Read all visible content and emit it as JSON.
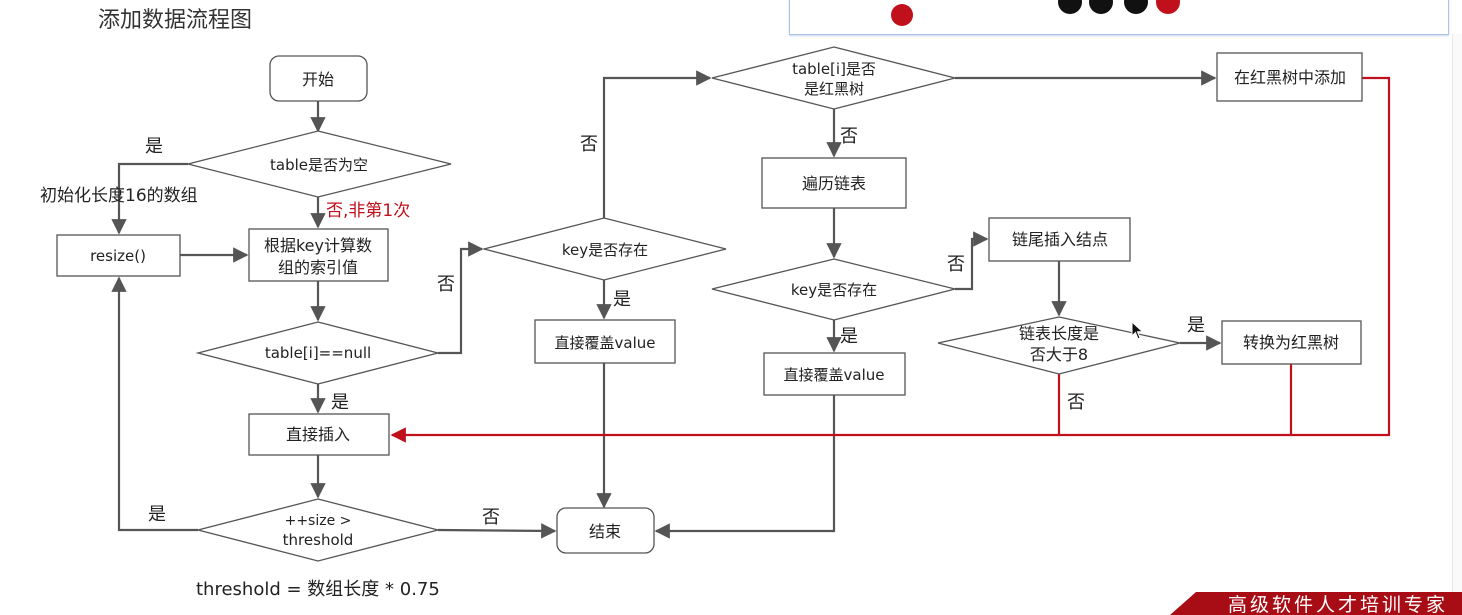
{
  "title": "添加数据流程图",
  "nodes": {
    "start": "开始",
    "table_empty": "table是否为空",
    "init_array": "初始化长度16的数组",
    "resize": "resize()",
    "calc_index_1": "根据key计算数",
    "calc_index_2": "组的索引值",
    "table_null": "table[i]==null",
    "insert": "直接插入",
    "size_check_1": "++size >",
    "size_check_2": "threshold",
    "end": "结束",
    "key_exists_1": "key是否存在",
    "overwrite_1": "直接覆盖value",
    "rbtree_check_1": "table[i]是否",
    "rbtree_check_2": "是红黑树",
    "rbtree_add": "在红黑树中添加",
    "traverse": "遍历链表",
    "key_exists_2": "key是否存在",
    "overwrite_2": "直接覆盖value",
    "append_tail": "链尾插入结点",
    "len_check_1": "链表长度是",
    "len_check_2": "否大于8",
    "to_rbtree": "转换为红黑树"
  },
  "edge_labels": {
    "yes_empty": "是",
    "no_not_first": "否,非第1次",
    "no_null": "否",
    "yes_null": "是",
    "yes_resize": "是",
    "no_end": "否",
    "no_key1": "否",
    "yes_key1": "是",
    "no_rbtree": "否",
    "no_key2": "否",
    "yes_key2": "是",
    "yes_len": "是",
    "no_len": "否"
  },
  "footnote": "threshold = 数组长度 * 0.75",
  "banner": "高级软件人才培训专家",
  "colors": {
    "line": "#555555",
    "accent": "#c0101b",
    "box_border": "#555555"
  }
}
